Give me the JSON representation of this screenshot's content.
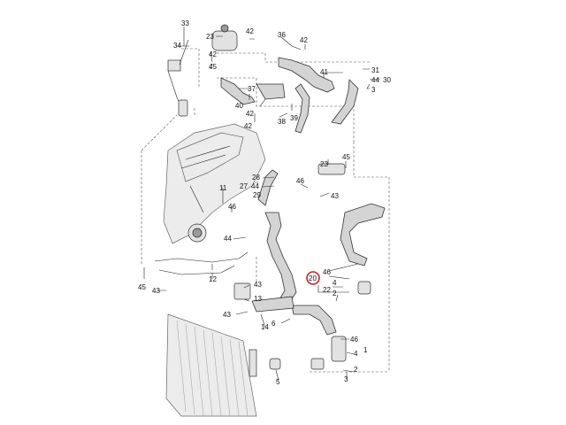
{
  "colors": {
    "background": "#ffffff",
    "ink": "#222222",
    "part_fill": "#d8d8d8",
    "highlight": "#cc2222"
  },
  "highlighted_label": "20",
  "labels": {
    "p33": "33",
    "p34": "34",
    "p23": "23",
    "p42a": "42",
    "p36": "36",
    "p42b": "42",
    "p42c": "42",
    "p45a": "45",
    "p41": "41",
    "p31": "31",
    "p44a": "44",
    "p30": "30",
    "p3": "3",
    "p37": "37",
    "p40": "40",
    "p42d": "42",
    "p39": "39",
    "p38": "38",
    "p42e": "42",
    "p23b": "23",
    "p45b": "45",
    "p28": "28",
    "p44b": "44",
    "p27": "27",
    "p29": "29",
    "p46a": "46",
    "p43a": "43",
    "p11": "11",
    "p46b": "46",
    "p44c": "44",
    "p46c": "46",
    "p20": "20",
    "p22": "22",
    "p4a": "4",
    "p2a": "2",
    "p12": "12",
    "p45c": "45",
    "p43b": "43",
    "p43c": "43",
    "p13": "13",
    "p43d": "43",
    "p14": "14",
    "p6": "6",
    "p46d": "46",
    "p4b": "4",
    "p2b": "2",
    "p1": "1",
    "p3b": "3",
    "p5": "5"
  }
}
